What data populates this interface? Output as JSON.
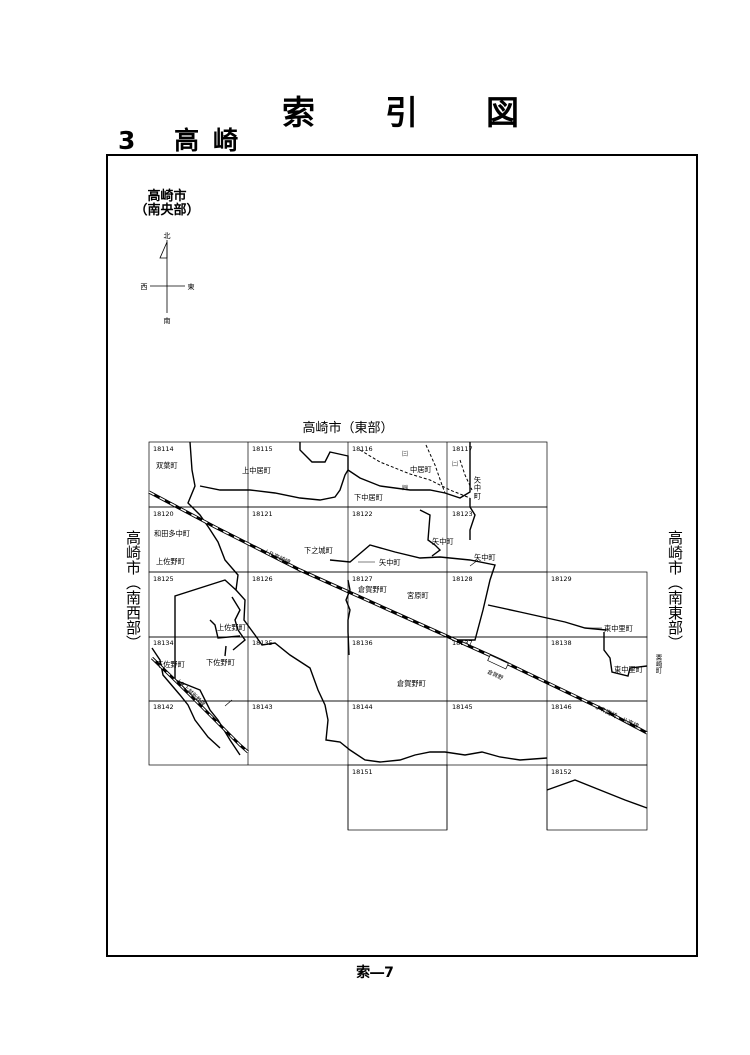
{
  "header": {
    "title_chars": [
      "索",
      "引",
      "図"
    ],
    "section_number": "3",
    "section_name": "高崎"
  },
  "region": {
    "line1": "高崎市",
    "line2": "（南央部）"
  },
  "compass": {
    "north": "北",
    "east": "東",
    "west": "西",
    "south": "南"
  },
  "neighbors": {
    "north": "高崎市（東部）",
    "west": "高崎市（南西部）",
    "east": "高崎市（南東部）"
  },
  "tiles": [
    "18114",
    "18115",
    "18116",
    "18117",
    "18120",
    "18121",
    "18122",
    "18123",
    "18125",
    "18126",
    "18127",
    "18128",
    "18129",
    "18134",
    "18135",
    "18136",
    "18137",
    "18138",
    "18142",
    "18143",
    "18144",
    "18145",
    "18146",
    "18151",
    "18152"
  ],
  "places": {
    "souyou": "双葉町",
    "kaminakai_1": "上中居町",
    "nakai": "中居町",
    "shimonakai_1": "下中居町",
    "yanaka_v": "矢中町",
    "wadatanaka": "和田多中町",
    "kamisano_1": "上佐野町",
    "shimonoshiro": "下之城町",
    "yanaka_1": "矢中町",
    "yanaka_2": "矢中町",
    "yanaka_3": "矢中町",
    "kuragano_1": "倉賀野町",
    "miyahara": "宮原町",
    "kamisano_2": "上佐野町",
    "shimosano_1": "下佐野町",
    "shimosano_2": "下佐野町",
    "kuragano_2": "倉賀野町",
    "higashinakazato_1": "東中里町",
    "higashinakazato_2": "東中里町",
    "awasaki": "粟崎町",
    "kuragano_station": "倉賀野",
    "rail_takasaki": "ＪＲ高崎線",
    "rail_hachiko": "ＪＲ高崎・八高線",
    "rail_jouetsu": "ＪＲ上越新幹線",
    "circ_3": "㈢",
    "circ_2": "㈡",
    "circ_4": "㈣"
  },
  "footer": "索―7"
}
